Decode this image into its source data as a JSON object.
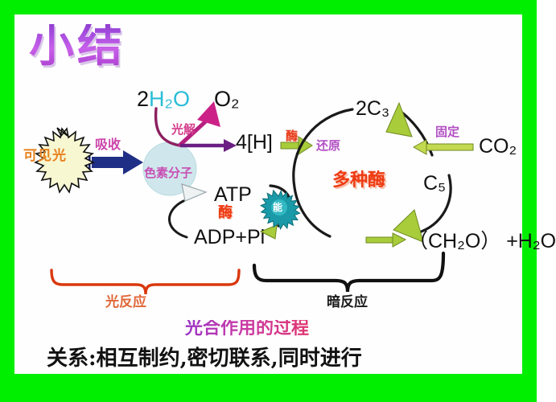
{
  "slide": {
    "title": "小结",
    "border_color": "#00ee00",
    "background_color": "#fefefe"
  },
  "diagram": {
    "sun_label": "可见光",
    "absorb_label": "吸收",
    "pigment_label": "色素分子",
    "photolysis_label": "光解",
    "enzyme_label_1": "酶",
    "enzyme_label_2": "酶",
    "reduce_label": "还原",
    "fix_label": "固定",
    "many_enzymes_label": "多种酶",
    "energy_badge": "能",
    "light_reaction_label": "光反应",
    "dark_reaction_label": "暗反应"
  },
  "formulas": {
    "water": {
      "coef": "2",
      "body": "H₂O"
    },
    "oxygen": "O₂",
    "nadph": "4[H]",
    "atp": "ATP",
    "adp_pi": "ADP+Pi",
    "c3": "2C₃",
    "co2": "CO₂",
    "c5": "C₅",
    "sugar": "（CH₂O） +H₂O"
  },
  "captions": {
    "process": "光合作用的过程",
    "relationship": "关系:相互制约,密切联系,同时进行"
  },
  "colors": {
    "border_green": "#00ee00",
    "arrow_olive": "#a8cc3a",
    "arrow_navy": "#1f2f86",
    "arrow_magenta": "#cc2288",
    "bracket_orange": "#d9380e",
    "bracket_black": "#111111",
    "water_cyan": "#29bdd6",
    "enzyme_red": "#ee3b12",
    "label_purple": "#b24fc4",
    "sun_fill": "#f7f7d2",
    "pigment_fill": "#cfe7ec"
  }
}
